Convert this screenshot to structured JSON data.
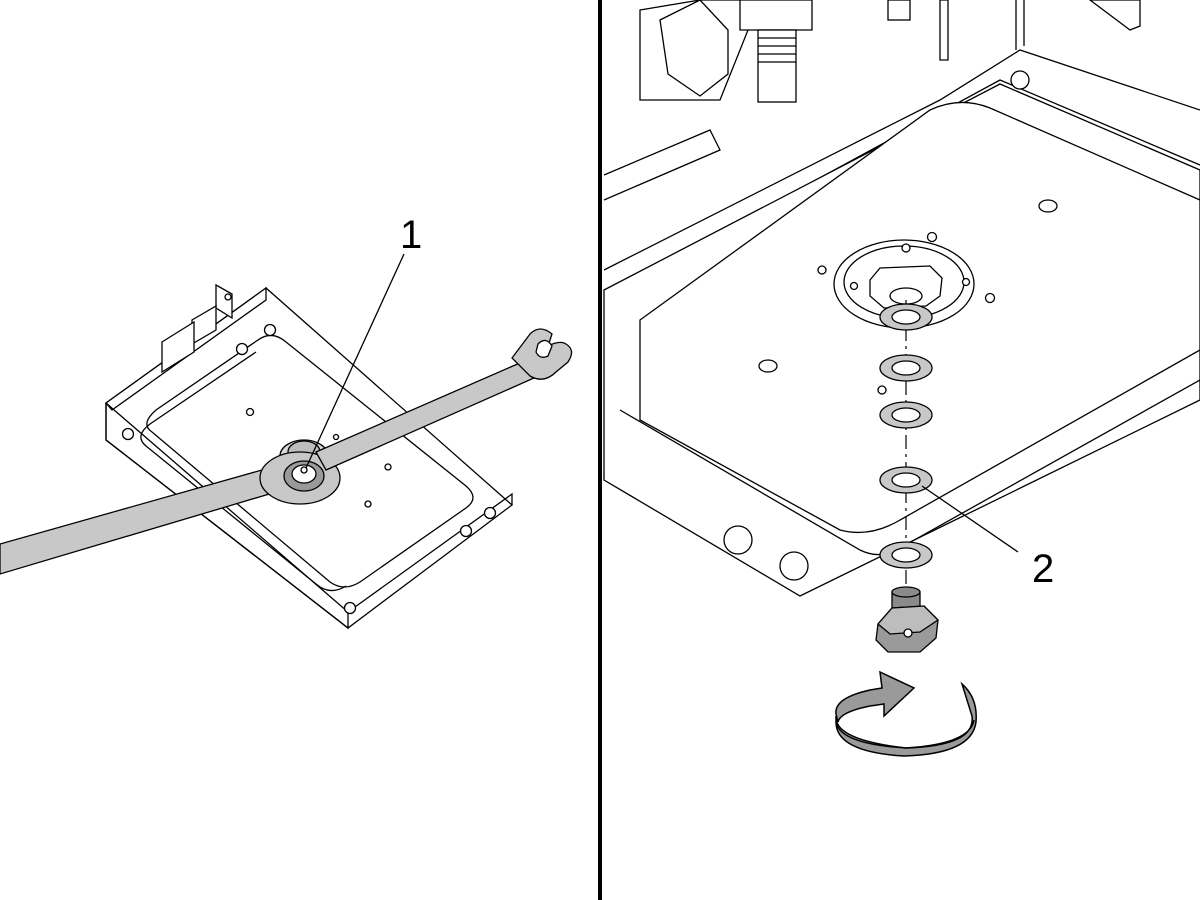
{
  "figure": {
    "callouts": {
      "one": "1",
      "two": "2"
    },
    "panels": [
      {
        "id": "left",
        "subject": "ratchet-wrench-on-fitting"
      },
      {
        "id": "right",
        "subject": "washer-stack-and-plug"
      }
    ]
  },
  "colors": {
    "background": "#ffffff",
    "line": "#000000",
    "metal_fill": "#c8c8c8",
    "dark_fill": "#8a8a8a",
    "arrow_fill": "#9a9a9a"
  }
}
